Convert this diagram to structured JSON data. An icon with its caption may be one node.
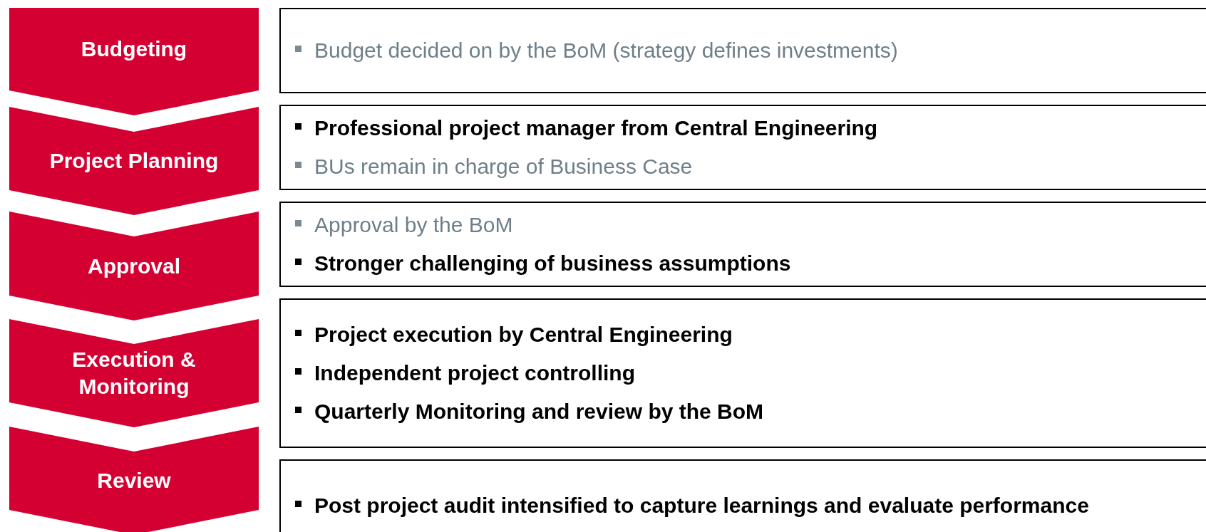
{
  "diagram": {
    "nodes": [
      {
        "text": [
          "Budgeting"
        ]
      },
      {
        "text": [
          "Budget decided on by the BoM (strategy defines investments)"
        ]
      },
      {
        "text": [
          "Project Planning"
        ]
      },
      {
        "text": [
          "Professional project manager from Central Engineering",
          "BUs remain in charge of Business Case"
        ]
      },
      {
        "text": [
          "Approval"
        ]
      },
      {
        "text": [
          "Approval by the BoM",
          "Stronger challenging of business assumptions"
        ]
      },
      {
        "text": [
          "Execution & Monitoring"
        ]
      },
      {
        "text": [
          "Project execution by Central Engineering",
          "Independent project controlling",
          "Quarterly Monitoring and review by the BoM"
        ]
      },
      {
        "text": [
          "Review"
        ]
      },
      {
        "text": [
          "Post project audit intensified to capture learnings and evaluate performance"
        ]
      }
    ]
  }
}
